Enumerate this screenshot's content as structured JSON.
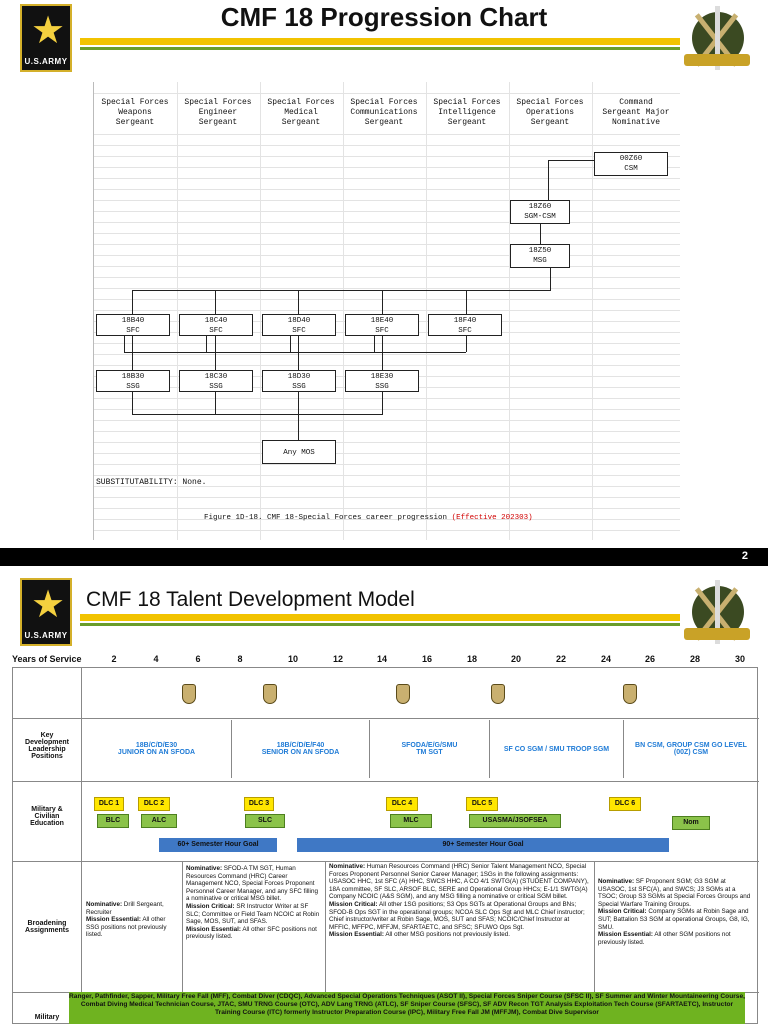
{
  "slide1": {
    "logo_text": "U.S.ARMY",
    "title": "CMF 18 Progression Chart",
    "columns": [
      "Special Forces\nWeapons\nSergeant",
      "Special Forces\nEngineer\nSergeant",
      "Special Forces\nMedical\nSergeant",
      "Special Forces\nCommunications\nSergeant",
      "Special Forces\nIntelligence\nSergeant",
      "Special Forces\nOperations\nSergeant",
      "Command\nSergeant Major\nNominative"
    ],
    "boxes": {
      "csm": "00Z60\nCSM",
      "sgm": "18Z60\nSGM-CSM",
      "msg": "18Z50\nMSG",
      "b_sfc": "18B40\nSFC",
      "c_sfc": "18C40\nSFC",
      "d_sfc": "18D40\nSFC",
      "e_sfc": "18E40\nSFC",
      "f_sfc": "18F40\nSFC",
      "b_ssg": "18B30\nSSG",
      "c_ssg": "18C30\nSSG",
      "d_ssg": "18D30\nSSG",
      "e_ssg": "18E30\nSSG",
      "any": "Any MOS"
    },
    "substitutability": "SUBSTITUTABILITY: None.",
    "figure_caption": "Figure 1D-18. CMF 18-Special Forces career progression",
    "figure_effective": "(Effective 202303)"
  },
  "page_number": "2",
  "slide2": {
    "logo_text": "U.S.ARMY",
    "title": "CMF 18 Talent Development Model",
    "yos_label": "Years of Service",
    "years": [
      "2",
      "4",
      "6",
      "8",
      "10",
      "12",
      "14",
      "16",
      "18",
      "20",
      "22",
      "24",
      "26",
      "28",
      "30"
    ],
    "rows": {
      "key_dev": "Key\nDevelopment\nLeadership\nPositions",
      "education": "Military &\nCivilian\nEducation",
      "broadening": "Broadening\nAssignments",
      "military": "Military"
    },
    "positions": [
      {
        "line1": "18B/C/D/E30",
        "line2": "JUNIOR ON AN SFODA"
      },
      {
        "line1": "18B/C/D/E/F40",
        "line2": "SENIOR ON AN SFODA"
      },
      {
        "line1": "SFODA/E/G/SMU",
        "line2": "TM SGT"
      },
      {
        "line1": "SF CO SGM / SMU TROOP SGM",
        "line2": ""
      },
      {
        "line1": "BN CSM, GROUP CSM GO LEVEL",
        "line2": "(00Z) CSM"
      }
    ],
    "dlc": [
      "DLC 1",
      "DLC 2",
      "DLC 3",
      "DLC 4",
      "DLC 5",
      "DLC 6"
    ],
    "courses": [
      "BLC",
      "ALC",
      "SLC",
      "MLC",
      "USASMA/JSOFSEA",
      "Nom"
    ],
    "goals": [
      "60+ Semester Hour Goal",
      "90+ Semester Hour Goal"
    ],
    "broadening": [
      {
        "label": "Nominative:",
        "text": " Drill Sergeant, Recruiter",
        "label2": "Mission Essential:",
        "text2": " All other SSG positions not previously listed."
      },
      {
        "label": "Nominative:",
        "text": " SFOD-A TM SGT, Human Resources Command (HRC) Career Management NCO, Special Forces Proponent Personnel Career Manager, and any SFC filling a nominative or critical MSG billet.",
        "label2": "Mission Critical:",
        "text2": " SR Instructor Writer at SF SLC; Committee or Field Team NCOIC at Robin Sage, MOS, SUT, and SFAS.",
        "label3": "Mission Essential:",
        "text3": " All other SFC positions not previously listed."
      },
      {
        "label": "Nominative:",
        "text": " Human Resources Command (HRC) Senior Talent Management NCO, Special Forces Proponent Personnel Senior Career Manager; 1SGs in the following assignments: USASOC HHC, 1st SFC (A) HHC, SWCS HHC, A CO 4/1 SWTG(A) (STUDENT COMPANY), 18A committee, SF SLC, ARSOF BLC, SERE and Operational Group HHCs; E-1/1 SWTG(A) Company NCOIC (A&S SGM), and any MSG filling a nominative or critical SGM billet.",
        "label2": "Mission Critical:",
        "text2": " All other 1SG positions; S3 Ops SGTs at Operational Groups and BNs; SFOD-B Ops SGT in the operational groups; NCOA SLC Ops Sgt and MLC Chief instructor; Chief instructor/writer at Robin Sage, MOS, SUT and SFAS; NCOIC/Chief Instructor at MFFIC, MFFPC, MFFJM, SFARTAETC, and SFSC; SFUWO Ops Sgt.",
        "label3": "Mission Essential:",
        "text3": " All other MSG positions not previously listed."
      },
      {
        "label": "Nominative:",
        "text": " SF Proponent SGM; G3 SGM at USASOC, 1st SFC(A), and SWCS; J3 SGMs at a TSOC; Group S3 SGMs at Special Forces Groups and Special Warfare Training Groups.",
        "label2": "Mission Critical:",
        "text2": " Company SGMs at Robin Sage and SUT; Battalion S3 SGM at operational Groups, G8, IG, SMU.",
        "label3": "Mission Essential:",
        "text3": " All other SGM positions not previously listed."
      }
    ],
    "military_band": "Ranger, Pathfinder, Sapper, Military Free Fall (MFF), Combat Diver (CDQC), Advanced Special Operations Techniques (ASOT II), Special Forces Sniper Course (SFSC II), SF Summer and Winter Mountaineering Course, Combat Diving Medical Technician Course, JTAC, SMU TRNG Course (OTC), ADV Lang TRNG (ATLC), SF Sniper Course (SFSC), SF ADV Recon TGT Analysis Exploitation Tech Course (SFARTAETC), Instructor Training Course (ITC) formerly Instructor Preparation Course (IPC), Military Free Fall JM (MFFJM), Combat Dive Supervisor"
  }
}
